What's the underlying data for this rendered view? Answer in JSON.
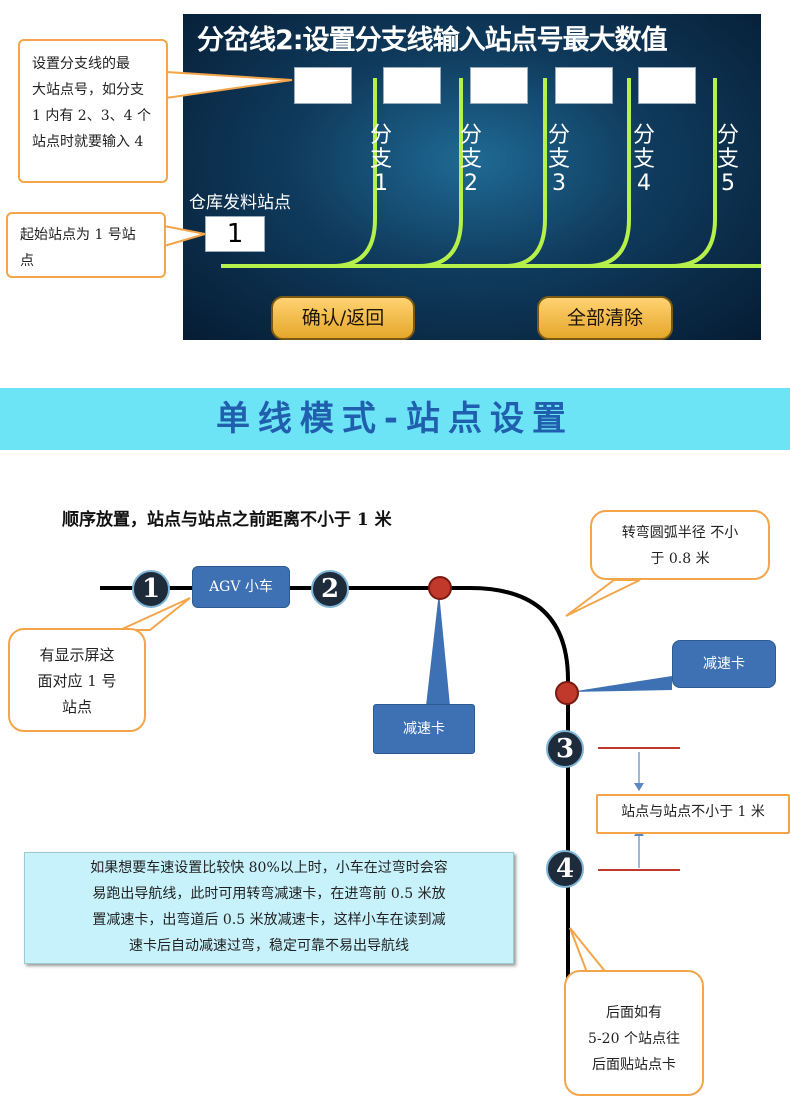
{
  "hmi_panel": {
    "title": "分岔线2:设置分支线输入站点号最大数值",
    "branches": [
      {
        "label_line1": "分",
        "label_line2": "支",
        "label_line3": "1"
      },
      {
        "label_line1": "分",
        "label_line2": "支",
        "label_line3": "2"
      },
      {
        "label_line1": "分",
        "label_line2": "支",
        "label_line3": "3"
      },
      {
        "label_line1": "分",
        "label_line2": "支",
        "label_line3": "4"
      },
      {
        "label_line1": "分",
        "label_line2": "支",
        "label_line3": "5"
      }
    ],
    "warehouse_label": "仓库发料站点",
    "warehouse_value": "1",
    "confirm_button": "确认/返回",
    "clear_button": "全部清除",
    "colors": {
      "track": "#b6f04a",
      "button": "#f0b840"
    }
  },
  "callouts_top": {
    "max_station": [
      "设置分支线的最",
      "大站点号，如分支",
      "1 内有 2、3、4 个",
      "站点时就要输入 4"
    ],
    "start_station": [
      "起始站点为 1 号站",
      "点"
    ]
  },
  "banner": {
    "title": "单线模式-站点设置",
    "color": "#6de3f6"
  },
  "layout_section": {
    "subtitle": "顺序放置，站点与站点之前距离不小于 1 米",
    "stations": [
      "1",
      "2",
      "3",
      "4"
    ],
    "agv_label": "AGV 小车",
    "turn_radius_callout": [
      "转弯圆弧半径  不小",
      "于 0.8 米"
    ],
    "decel_card_bottom": "减速卡",
    "decel_card_right": "减速卡",
    "display_callout": [
      "有显示屏这",
      "面对应 1 号",
      "站点"
    ],
    "spacing_label": "站点与站点不小于 1 米",
    "note": [
      "如果想要车速设置比较快 80%以上时，小车在过弯时会容",
      "易跑出导航线，此时可用转弯减速卡，在进弯前 0.5 米放",
      "置减速卡，出弯道后 0.5 米放减速卡，这样小车在读到减",
      "速卡后自动减速过弯，稳定可靠不易出导航线"
    ],
    "later_callout": [
      "后面如有",
      "5-20 个站点往",
      "后面贴站点卡"
    ]
  }
}
